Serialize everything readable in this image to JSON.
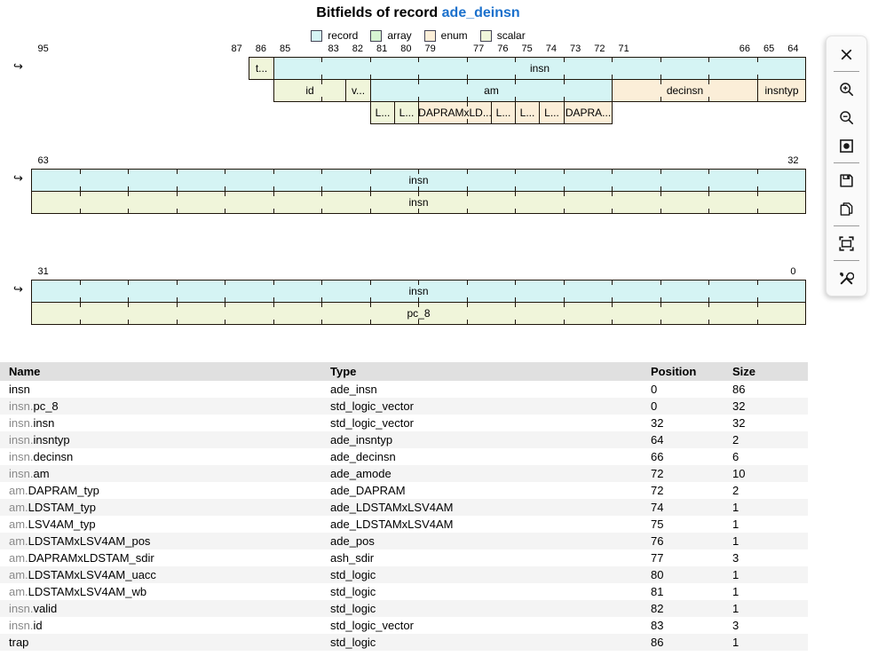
{
  "title": {
    "prefix": "Bitfields of record ",
    "record_name": "ade_deinsn"
  },
  "legend": [
    {
      "label": "record",
      "kind": "record"
    },
    {
      "label": "array",
      "kind": "array"
    },
    {
      "label": "enum",
      "kind": "enum"
    },
    {
      "label": "scalar",
      "kind": "scalar"
    }
  ],
  "colors": {
    "record": "#d5f4f4",
    "array": "#d6f3d2",
    "enum": "#fbeed8",
    "scalar": "#f0f5da",
    "accent": "#1a70cc"
  },
  "diagram": {
    "groups": [
      {
        "msb": 95,
        "lsb": 64,
        "tick_labels": [
          95,
          87,
          86,
          85,
          83,
          82,
          81,
          80,
          79,
          77,
          76,
          75,
          74,
          73,
          72,
          71,
          66,
          65,
          64
        ],
        "lanes": [
          [
            {
              "label": "t...",
              "msb": 86,
              "lsb": 86,
              "kind": "scalar"
            },
            {
              "label": "insn",
              "msb": 85,
              "lsb": 64,
              "kind": "record"
            }
          ],
          [
            {
              "label": "id",
              "msb": 85,
              "lsb": 83,
              "kind": "scalar"
            },
            {
              "label": "v...",
              "msb": 82,
              "lsb": 82,
              "kind": "scalar"
            },
            {
              "label": "am",
              "msb": 81,
              "lsb": 72,
              "kind": "record"
            },
            {
              "label": "decinsn",
              "msb": 71,
              "lsb": 66,
              "kind": "enum"
            },
            {
              "label": "insntyp",
              "msb": 65,
              "lsb": 64,
              "kind": "enum"
            }
          ],
          [
            {
              "label": "L...",
              "msb": 81,
              "lsb": 81,
              "kind": "scalar"
            },
            {
              "label": "L...",
              "msb": 80,
              "lsb": 80,
              "kind": "scalar"
            },
            {
              "label": "DAPRAMxLD...",
              "msb": 79,
              "lsb": 77,
              "kind": "enum"
            },
            {
              "label": "L...",
              "msb": 76,
              "lsb": 76,
              "kind": "enum"
            },
            {
              "label": "L...",
              "msb": 75,
              "lsb": 75,
              "kind": "enum"
            },
            {
              "label": "L...",
              "msb": 74,
              "lsb": 74,
              "kind": "enum"
            },
            {
              "label": "DAPRA...",
              "msb": 73,
              "lsb": 72,
              "kind": "enum"
            }
          ]
        ]
      },
      {
        "msb": 63,
        "lsb": 32,
        "tick_labels": [
          63,
          32
        ],
        "lanes": [
          [
            {
              "label": "insn",
              "msb": 63,
              "lsb": 32,
              "kind": "record"
            }
          ],
          [
            {
              "label": "insn",
              "msb": 63,
              "lsb": 32,
              "kind": "scalar"
            }
          ]
        ]
      },
      {
        "msb": 31,
        "lsb": 0,
        "tick_labels": [
          31,
          0
        ],
        "lanes": [
          [
            {
              "label": "insn",
              "msb": 31,
              "lsb": 0,
              "kind": "record"
            }
          ],
          [
            {
              "label": "pc_8",
              "msb": 31,
              "lsb": 0,
              "kind": "scalar"
            }
          ]
        ]
      }
    ]
  },
  "toolbar": {
    "groups": [
      [
        "close"
      ],
      [
        "zoom-in",
        "zoom-out",
        "reset-zoom"
      ],
      [
        "save",
        "copy"
      ],
      [
        "fit-view"
      ],
      [
        "tools"
      ]
    ]
  },
  "table": {
    "headers": [
      "Name",
      "Type",
      "Position",
      "Size"
    ],
    "rows": [
      {
        "prefix": "",
        "name": "insn",
        "type": "ade_insn",
        "position": "0",
        "size": "86"
      },
      {
        "prefix": "insn.",
        "name": "pc_8",
        "type": "std_logic_vector",
        "position": "0",
        "size": "32"
      },
      {
        "prefix": "insn.",
        "name": "insn",
        "type": "std_logic_vector",
        "position": "32",
        "size": "32"
      },
      {
        "prefix": "insn.",
        "name": "insntyp",
        "type": "ade_insntyp",
        "position": "64",
        "size": "2"
      },
      {
        "prefix": "insn.",
        "name": "decinsn",
        "type": "ade_decinsn",
        "position": "66",
        "size": "6"
      },
      {
        "prefix": "insn.",
        "name": "am",
        "type": "ade_amode",
        "position": "72",
        "size": "10"
      },
      {
        "prefix": "am.",
        "name": "DAPRAM_typ",
        "type": "ade_DAPRAM",
        "position": "72",
        "size": "2"
      },
      {
        "prefix": "am.",
        "name": "LDSTAM_typ",
        "type": "ade_LDSTAMxLSV4AM",
        "position": "74",
        "size": "1"
      },
      {
        "prefix": "am.",
        "name": "LSV4AM_typ",
        "type": "ade_LDSTAMxLSV4AM",
        "position": "75",
        "size": "1"
      },
      {
        "prefix": "am.",
        "name": "LDSTAMxLSV4AM_pos",
        "type": "ade_pos",
        "position": "76",
        "size": "1"
      },
      {
        "prefix": "am.",
        "name": "DAPRAMxLDSTAM_sdir",
        "type": "ash_sdir",
        "position": "77",
        "size": "3"
      },
      {
        "prefix": "am.",
        "name": "LDSTAMxLSV4AM_uacc",
        "type": "std_logic",
        "position": "80",
        "size": "1"
      },
      {
        "prefix": "am.",
        "name": "LDSTAMxLSV4AM_wb",
        "type": "std_logic",
        "position": "81",
        "size": "1"
      },
      {
        "prefix": "insn.",
        "name": "valid",
        "type": "std_logic",
        "position": "82",
        "size": "1"
      },
      {
        "prefix": "insn.",
        "name": "id",
        "type": "std_logic_vector",
        "position": "83",
        "size": "3"
      },
      {
        "prefix": "",
        "name": "trap",
        "type": "std_logic",
        "position": "86",
        "size": "1"
      }
    ]
  },
  "misc": {
    "wrap_arrow": "↪"
  }
}
